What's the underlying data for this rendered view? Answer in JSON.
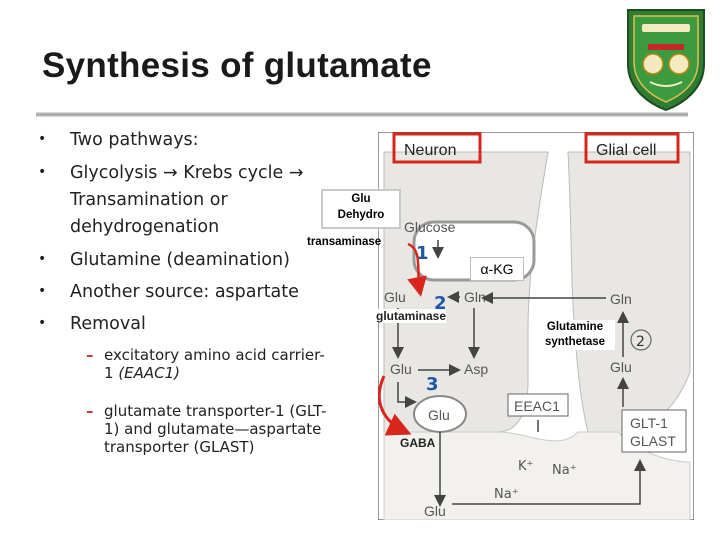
{
  "title": "Synthesis of glutamate",
  "bullets": [
    {
      "text": "Two pathways:"
    },
    {
      "text": "Glycolysis → Krebs cycle →"
    },
    {
      "text": "Transamination or"
    },
    {
      "text": "dehydrogenation"
    },
    {
      "text": "Glutamine (deamination)"
    },
    {
      "text": "Another source: aspartate"
    },
    {
      "text": "Removal"
    }
  ],
  "removal_items": [
    {
      "line1": "excitatory amino acid carrier-",
      "line2a": "1 ",
      "line2b": "(EAAC1)"
    },
    {
      "line1": "glutamate transporter-1 (GLT-",
      "line2": "1) and glutamate—aspartate",
      "line3": "transporter (GLAST)"
    }
  ],
  "annotations": {
    "glu_dehydro": [
      "Glu",
      "Dehydro"
    ],
    "transaminase": "transaminase",
    "akg": "α-KG",
    "glutaminase": "glutaminase",
    "glutamine_synthetase": [
      "Glutamine",
      "synthetase"
    ],
    "gaba": "GABA"
  },
  "diagram": {
    "neuron": "Neuron",
    "glial": "Glial cell",
    "glucose": "Glucose",
    "glu": "Glu",
    "gln": "Gln",
    "asp": "Asp",
    "eeac1": "EEAC1",
    "glt1": "GLT-1",
    "glast": "GLAST",
    "k": "K⁺",
    "na": "Na⁺",
    "n1": "1",
    "n2": "2",
    "n3": "3",
    "n2c": "2"
  },
  "colors": {
    "accent_red": "#d9261c",
    "cell_fill": "#e9e7e3",
    "number_blue": "#1c57a8"
  }
}
